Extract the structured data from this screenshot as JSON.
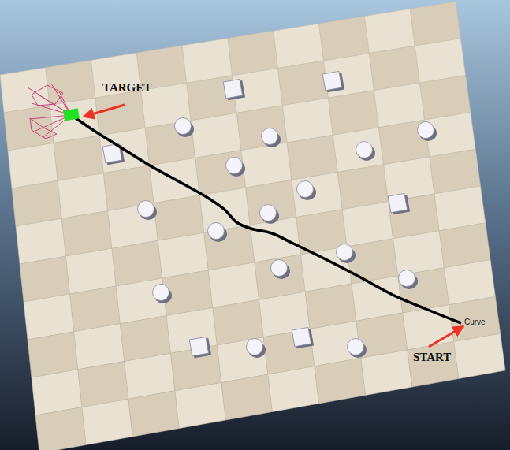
{
  "diagram": {
    "labels": [
      "TARGET",
      "START",
      "Curve"
    ]
  }
}
